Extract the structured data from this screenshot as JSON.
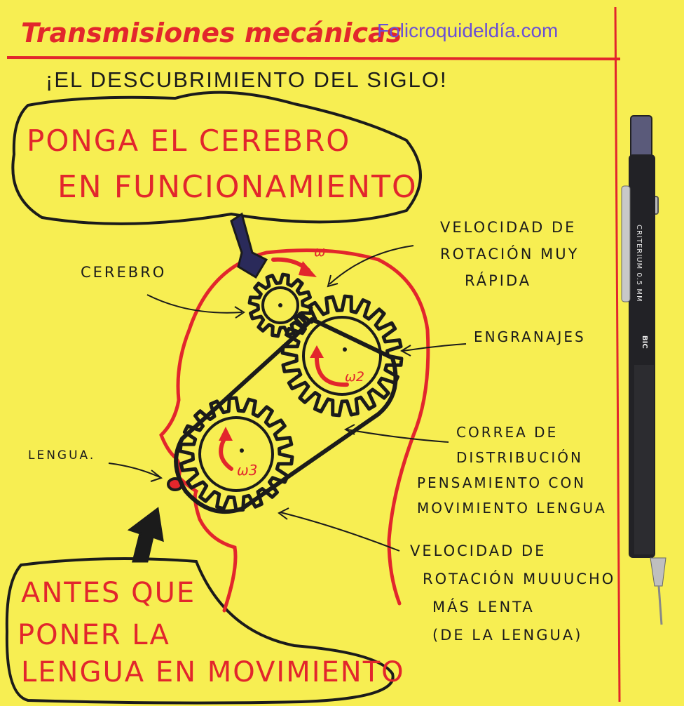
{
  "header": {
    "title": "Transmisiones mecánicas",
    "site": "Folicroquideldía.com"
  },
  "headline": "¡EL DESCUBRIMIENTO DEL SIGLO!",
  "top_bubble": {
    "line1": "PONGA EL CEREBRO",
    "line2": "EN FUNCIONAMIENTO"
  },
  "bottom_bubble": {
    "line1": "ANTES QUE",
    "line2": "PONER LA",
    "line3": "LENGUA EN MOVIMIENTO"
  },
  "labels": {
    "cerebro": "CEREBRO",
    "lengua": "LENGUA.",
    "fast_1": "VELOCIDAD DE",
    "fast_2": "ROTACIÓN MUY",
    "fast_3": "RÁPIDA",
    "gears": "ENGRANAJES",
    "belt_1": "CORREA DE",
    "belt_2": "DISTRIBUCIÓN",
    "belt_3": "PENSAMIENTO CON",
    "belt_4": "MOVIMIENTO LENGUA",
    "slow_1": "VELOCIDAD DE",
    "slow_2": "ROTACIÓN MUUUCHO",
    "slow_3": "MÁS LENTA",
    "slow_4": "(DE LA LENGUA)"
  },
  "symbols": {
    "omega": "ω",
    "omega2": "ω2",
    "omega3": "ω3"
  },
  "pencil": {
    "brand_text": "CRITERIUM 0.5 MM",
    "logo_text": "BIC"
  },
  "colors": {
    "paper": "#f7ee52",
    "red_ink": "#e2262c",
    "black_ink": "#1b1b1b",
    "violet_ink": "#6a4fd6"
  }
}
